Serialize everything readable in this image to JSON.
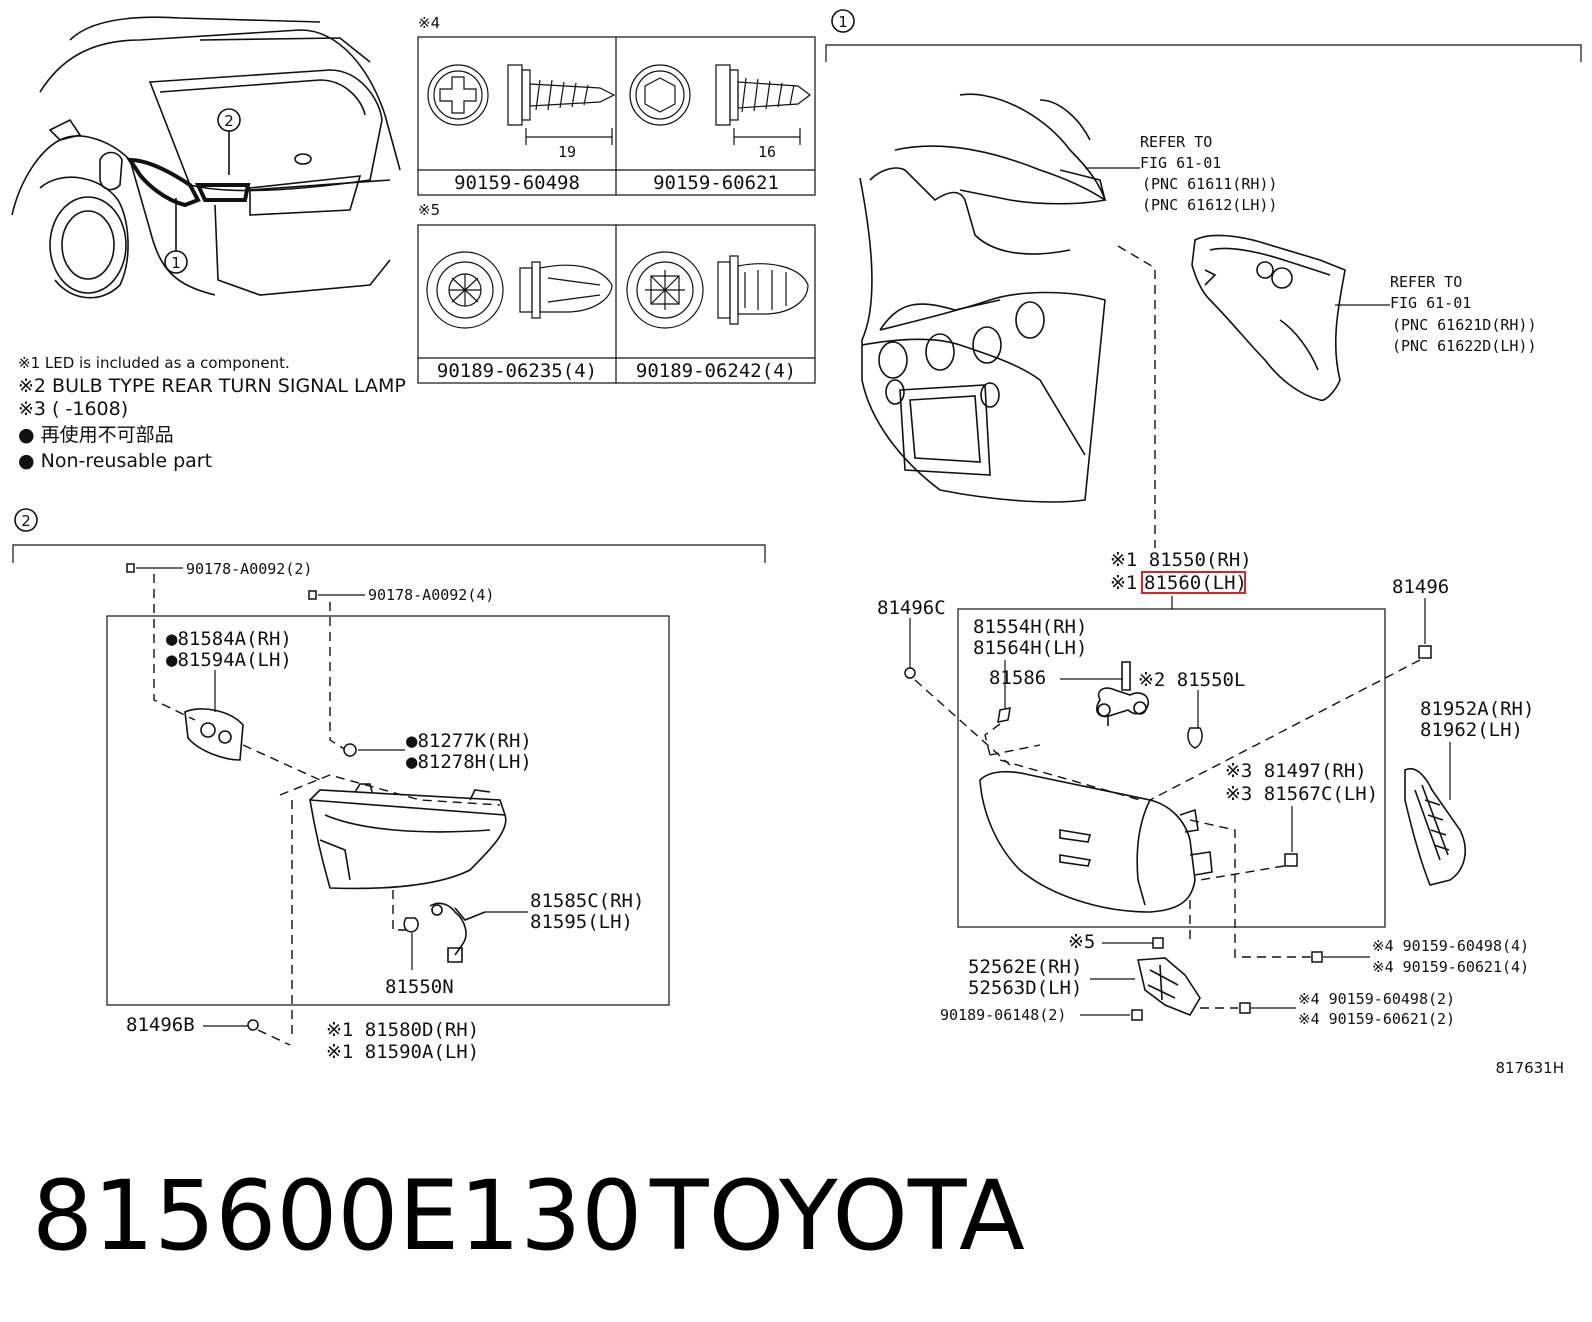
{
  "footer": {
    "part_number": "815600E130",
    "brand": "TOYOTA"
  },
  "figure_code": "817631H",
  "callouts": {
    "one": "1",
    "two": "2"
  },
  "tags": {
    "n4": "※4",
    "n5": "※5"
  },
  "fastener_table_4": {
    "cells": [
      "90159-60498",
      "90159-60621"
    ],
    "dimensions": [
      "19",
      "16"
    ]
  },
  "fastener_table_5": {
    "cells": [
      "90189-06235(4)",
      "90189-06242(4)"
    ]
  },
  "notes": [
    "※1 LED is included as a component.",
    "※2 BULB TYPE REAR TURN SIGNAL LAMP",
    "※3 (      -1608)",
    "● 再使用不可部品",
    "● Non-reusable part"
  ],
  "refer_1": {
    "line1": "REFER TO",
    "line2": "FIG 61-01",
    "line3": "(PNC 61611(RH))",
    "line4": "(PNC 61612(LH))"
  },
  "refer_2": {
    "line1": "REFER TO",
    "line2": "FIG 61-01",
    "line3": "(PNC 61621D(RH))",
    "line4": "(PNC 61622D(LH))"
  },
  "right_labels": {
    "l81550rh": "※1 81550(RH)",
    "mark1": "※1",
    "l81560lh": "81560(LH)",
    "l81496": "81496",
    "l81496c": "81496C",
    "l81554h": "81554H(RH)",
    "l81564h": "81564H(LH)",
    "l81586": "81586",
    "l81550l": "※2 81550L",
    "l81952a": "81952A(RH)",
    "l81962": "81962(LH)",
    "l81497": "※3 81497(RH)",
    "l81567c": "※3 81567C(LH)",
    "l5": "※5",
    "l52562e": "52562E(RH)",
    "l52563d": "52563D(LH)",
    "l90189_06148": "90189-06148(2)",
    "l90159_60498_4": "※4 90159-60498(4)",
    "l90159_60621_4": "※4 90159-60621(4)",
    "l90159_60498_2": "※4 90159-60498(2)",
    "l90159_60621_2": "※4 90159-60621(2)"
  },
  "left_labels": {
    "l90178_2": "90178-A0092(2)",
    "l90178_4": "90178-A0092(4)",
    "l81584a": "●81584A(RH)",
    "l81594a": "●81594A(LH)",
    "l81277k": "●81277K(RH)",
    "l81278h": "●81278H(LH)",
    "l81585c": "81585C(RH)",
    "l81595": "81595(LH)",
    "l81550n": "81550N",
    "l81496b": "81496B",
    "l81580d": "※1 81580D(RH)",
    "l81590a": "※1 81590A(LH)"
  },
  "colors": {
    "highlight": "#e0202a",
    "ink": "#111111"
  }
}
